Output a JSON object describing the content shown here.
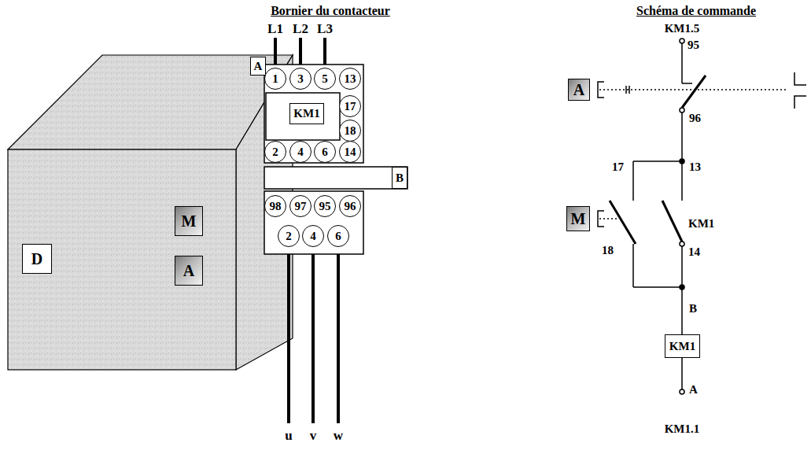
{
  "diagram": {
    "nodes": [
      {
        "text": [
          "A"
        ]
      },
      {
        "text": [
          "1"
        ]
      },
      {
        "text": [
          "3"
        ]
      },
      {
        "text": [
          "5"
        ]
      },
      {
        "text": [
          "13"
        ]
      },
      {
        "text": [
          "KM1"
        ]
      },
      {
        "text": [
          "17"
        ]
      },
      {
        "text": [
          "18"
        ]
      },
      {
        "text": [
          "2"
        ]
      },
      {
        "text": [
          "4"
        ]
      },
      {
        "text": [
          "6"
        ]
      },
      {
        "text": [
          "14"
        ]
      },
      {
        "text": [
          "B"
        ]
      },
      {
        "text": [
          "98"
        ]
      },
      {
        "text": [
          "97"
        ]
      },
      {
        "text": [
          "95"
        ]
      },
      {
        "text": [
          "96"
        ]
      },
      {
        "text": [
          "2"
        ]
      },
      {
        "text": [
          "4"
        ]
      },
      {
        "text": [
          "6"
        ]
      },
      {
        "text": [
          "D"
        ]
      },
      {
        "text": [
          "M"
        ]
      },
      {
        "text": [
          "A"
        ]
      },
      {
        "text": [
          "A"
        ]
      },
      {
        "text": [
          "M"
        ]
      },
      {
        "text": [
          "KM1"
        ]
      }
    ],
    "labels": [
      "Bornier du contacteur",
      "L1",
      "L2",
      "L3",
      "u",
      "v",
      "w",
      "Schéma de commande",
      "KM1.5",
      "95",
      "96",
      "17",
      "13",
      "18",
      "KM1",
      "14",
      "B",
      "A",
      "KM1.1"
    ]
  }
}
